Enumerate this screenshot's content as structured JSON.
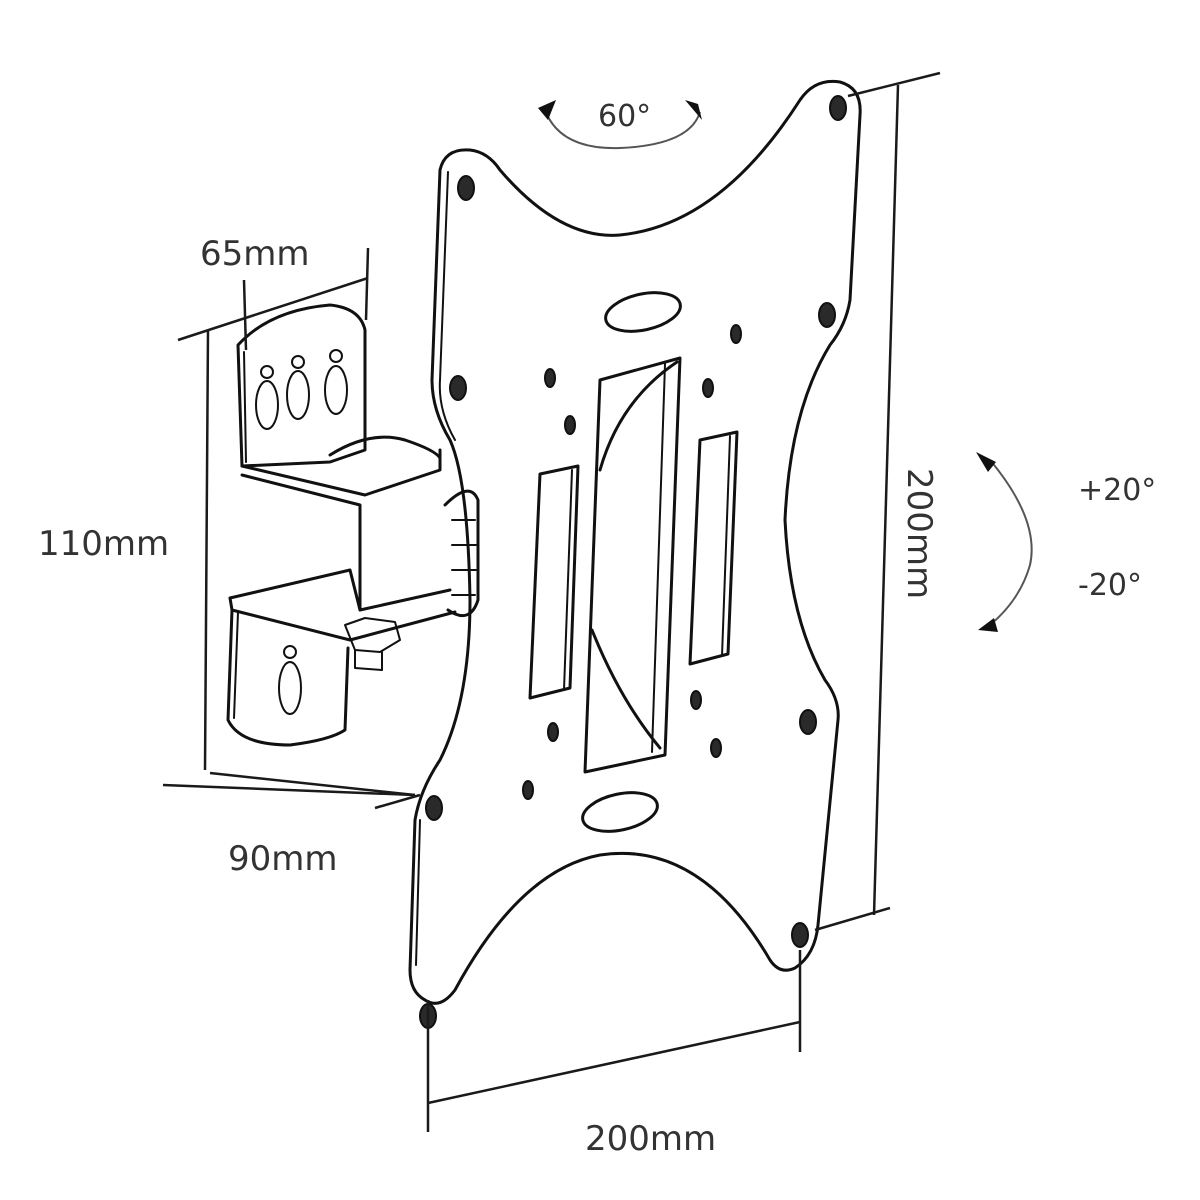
{
  "diagram": {
    "subject": "TV wall mount bracket with VESA plate",
    "dimensions": {
      "bracket_width": "65mm",
      "bracket_height": "110mm",
      "arm_depth": "90mm",
      "vesa_width": "200mm",
      "vesa_height": "200mm"
    },
    "rotation": {
      "swivel": "60°",
      "tilt_up": "+20°",
      "tilt_down": "-20°"
    },
    "colors": {
      "line": "#111111",
      "text": "#333333",
      "background": "#ffffff"
    }
  }
}
